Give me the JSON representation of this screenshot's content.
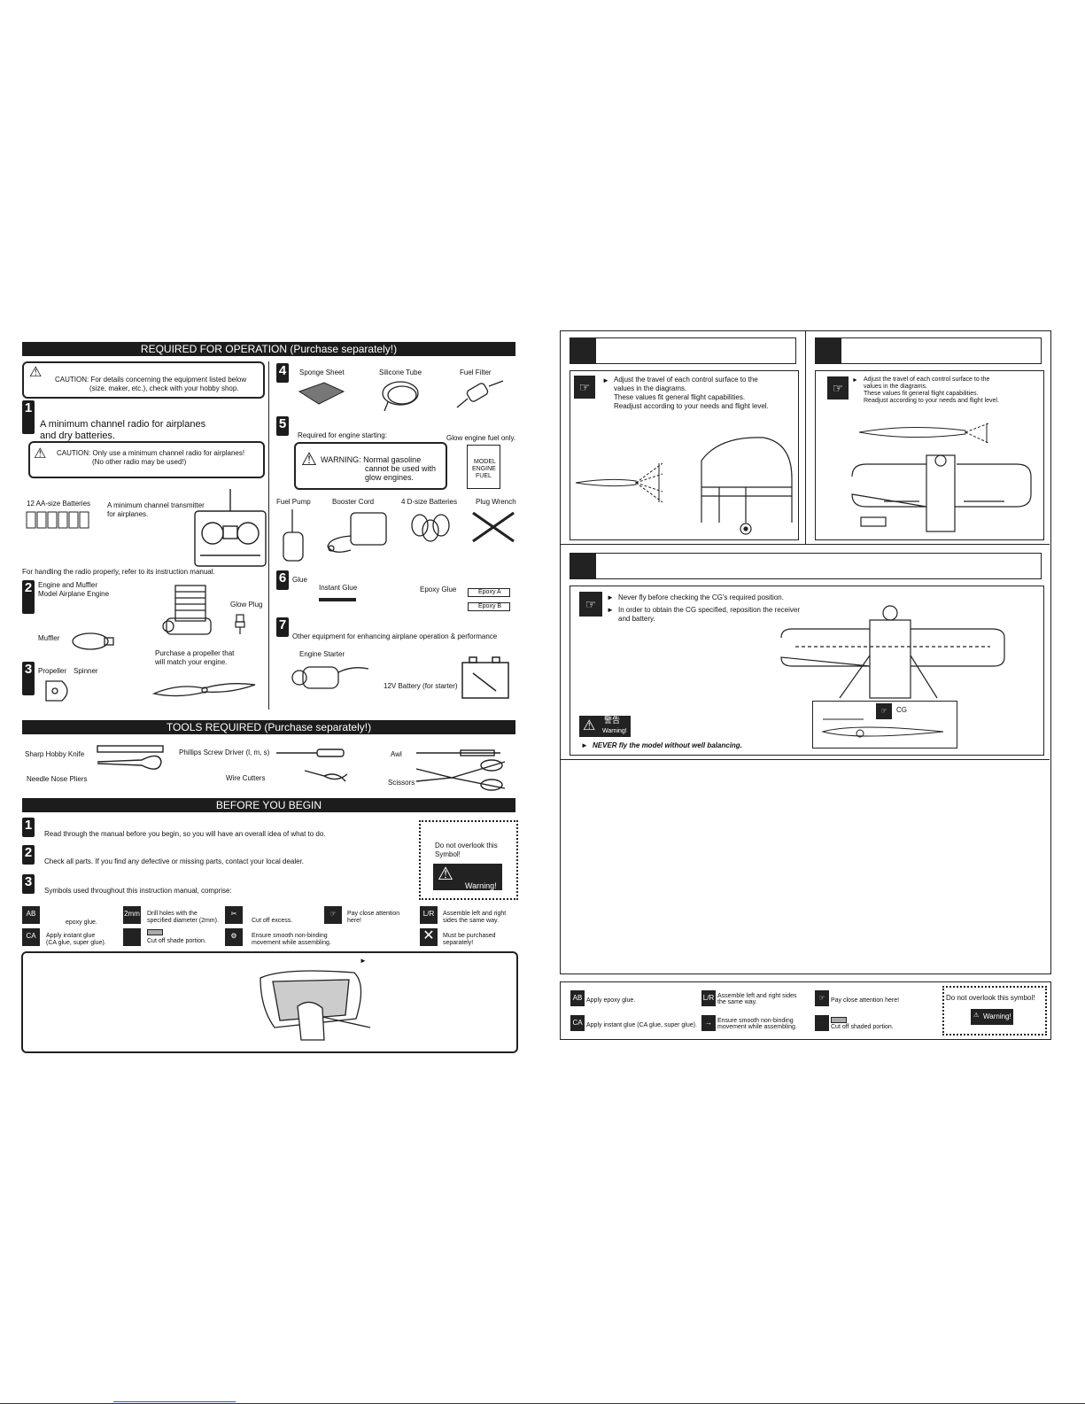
{
  "left": {
    "required_header": "REQUIRED FOR OPERATION  (Purchase separately!)",
    "caution1_a": "CAUTION: For details concerning the equipment listed below",
    "caution1_b": "(size, maker, etc.), check with your hobby shop.",
    "s1_num": "1",
    "s1_a": "A minimum    channel radio for airplanes",
    "s1_b": "and dry batteries.",
    "caution2_a": "CAUTION: Only use a minimum    channel radio for airplanes!",
    "caution2_b": "(No other radio may be used!)",
    "aa_batt": "12 AA-size Batteries",
    "tx_a": "A minimum    channel transmitter",
    "tx_b": "for airplanes.",
    "radio_note": "For handling the radio properly, refer to its instruction manual.",
    "s2_num": "2",
    "engine_a": "Engine and Muffler",
    "engine_b": "Model Airplane Engine",
    "glow_plug": "Glow Plug",
    "muffler": "Muffler",
    "prop_a": "Purchase a propeller that",
    "prop_b": "will match  your engine.",
    "s3_num": "3",
    "propeller": "Propeller",
    "spinner": "Spinner",
    "s4_num": "4",
    "sponge": "Sponge Sheet",
    "silicone": "Silicone Tube",
    "filter": "Fuel Filter",
    "s5_num": "5",
    "req_start": "Required for engine starting:",
    "glow_fuel": "Glow engine fuel only.",
    "warn_a": "WARNING: Normal gasoline",
    "warn_b": "cannot be used with",
    "warn_c": "glow engines.",
    "can_a": "MODEL",
    "can_b": "ENGINE",
    "can_c": "FUEL",
    "fuel_pump": "Fuel Pump",
    "booster": "Booster Cord",
    "d_batt": "4 D-size Batteries",
    "plug_wrench": "Plug Wrench",
    "s6_num": "6",
    "glue": "Glue",
    "instant_glue": "Instant Glue",
    "epoxy_glue": "Epoxy Glue",
    "epoxy_a": "Epoxy A",
    "epoxy_b": "Epoxy B",
    "s7_num": "7",
    "other_equip": "Other equipment for enhancing airplane operation & performance",
    "starter": "Engine Starter",
    "battery12": "12V Battery (for starter)",
    "tools_header": "TOOLS REQUIRED  (Purchase separately!)",
    "knife": "Sharp Hobby Knife",
    "screwdriver": "Phillips Screw Driver (l, m, s)",
    "awl": "Awl",
    "pliers": "Needle Nose Pliers",
    "cutters": "Wire Cutters",
    "scissors": "Scissors",
    "begin_header": "BEFORE YOU BEGIN",
    "b1_num": "1",
    "b1": "Read through the manual before you begin, so you will have an overall idea of what to do.",
    "b2_num": "2",
    "b2": "Check all parts. If you find any defective or missing parts, contact your local dealer.",
    "b3_num": "3",
    "b3": "Symbols used throughout this instruction manual, comprise:",
    "overlook_a": "Do not overlook this",
    "overlook_b": "Symbol!",
    "warning_label": "Warning!",
    "sym_epoxy": "epoxy glue.",
    "sym_drill_a": "Drill holes with the",
    "sym_drill_b": "specified diameter (2mm).",
    "sym_drill_icon": "2mm",
    "sym_cut": "Cut off excess.",
    "sym_attn_a": "Pay close attention",
    "sym_attn_b": "here!",
    "sym_lr_a": "Assemble left and right",
    "sym_lr_b": "sides the same way.",
    "sym_ca_a": "Apply instant glue",
    "sym_ca_b": "(CA glue, super glue).",
    "sym_shade": "Cut off shade portion.",
    "sym_smooth_a": "Ensure smooth non-binding",
    "sym_smooth_b": "movement while assembling.",
    "sym_buy_a": "Must be purchased",
    "sym_buy_b": "separately!",
    "arrow": "►"
  },
  "right": {
    "p1_a": "Adjust the travel of each control surface to the",
    "p1_b": "values in the diagrams.",
    "p1_c": "These values fit general flight capabilities.",
    "p1_d": "Readjust according to your needs and flight level.",
    "p2_a": "Adjust the travel of each control surface to the",
    "p2_b": "values in the diagrams.",
    "p2_c": "These values fit general flight capabilities.",
    "p2_d": "Readjust according to your needs and flight level.",
    "cg_a": "Never fly before checking the CG's required position.",
    "cg_b": "In order to obtain the CG specified, reposition the receiver",
    "cg_c": "and battery.",
    "cg_label": "CG",
    "warn_kanji": "警告",
    "warn_en": "Warning!",
    "never_fly": "NEVER fly the model without well balancing.",
    "leg_epoxy": "Apply epoxy glue.",
    "leg_lr_a": "Assemble left and right sides",
    "leg_lr_b": "the same way.",
    "leg_attn": "Pay close attention here!",
    "leg_overlook": "Do not overlook this symbol!",
    "leg_warning": "Warning!",
    "leg_ca": "Apply instant glue (CA glue, super glue).",
    "leg_smooth_a": "Ensure smooth non-binding",
    "leg_smooth_b": "movement while assembling.",
    "leg_shade": "Cut off shaded portion.",
    "arrow": "►"
  }
}
